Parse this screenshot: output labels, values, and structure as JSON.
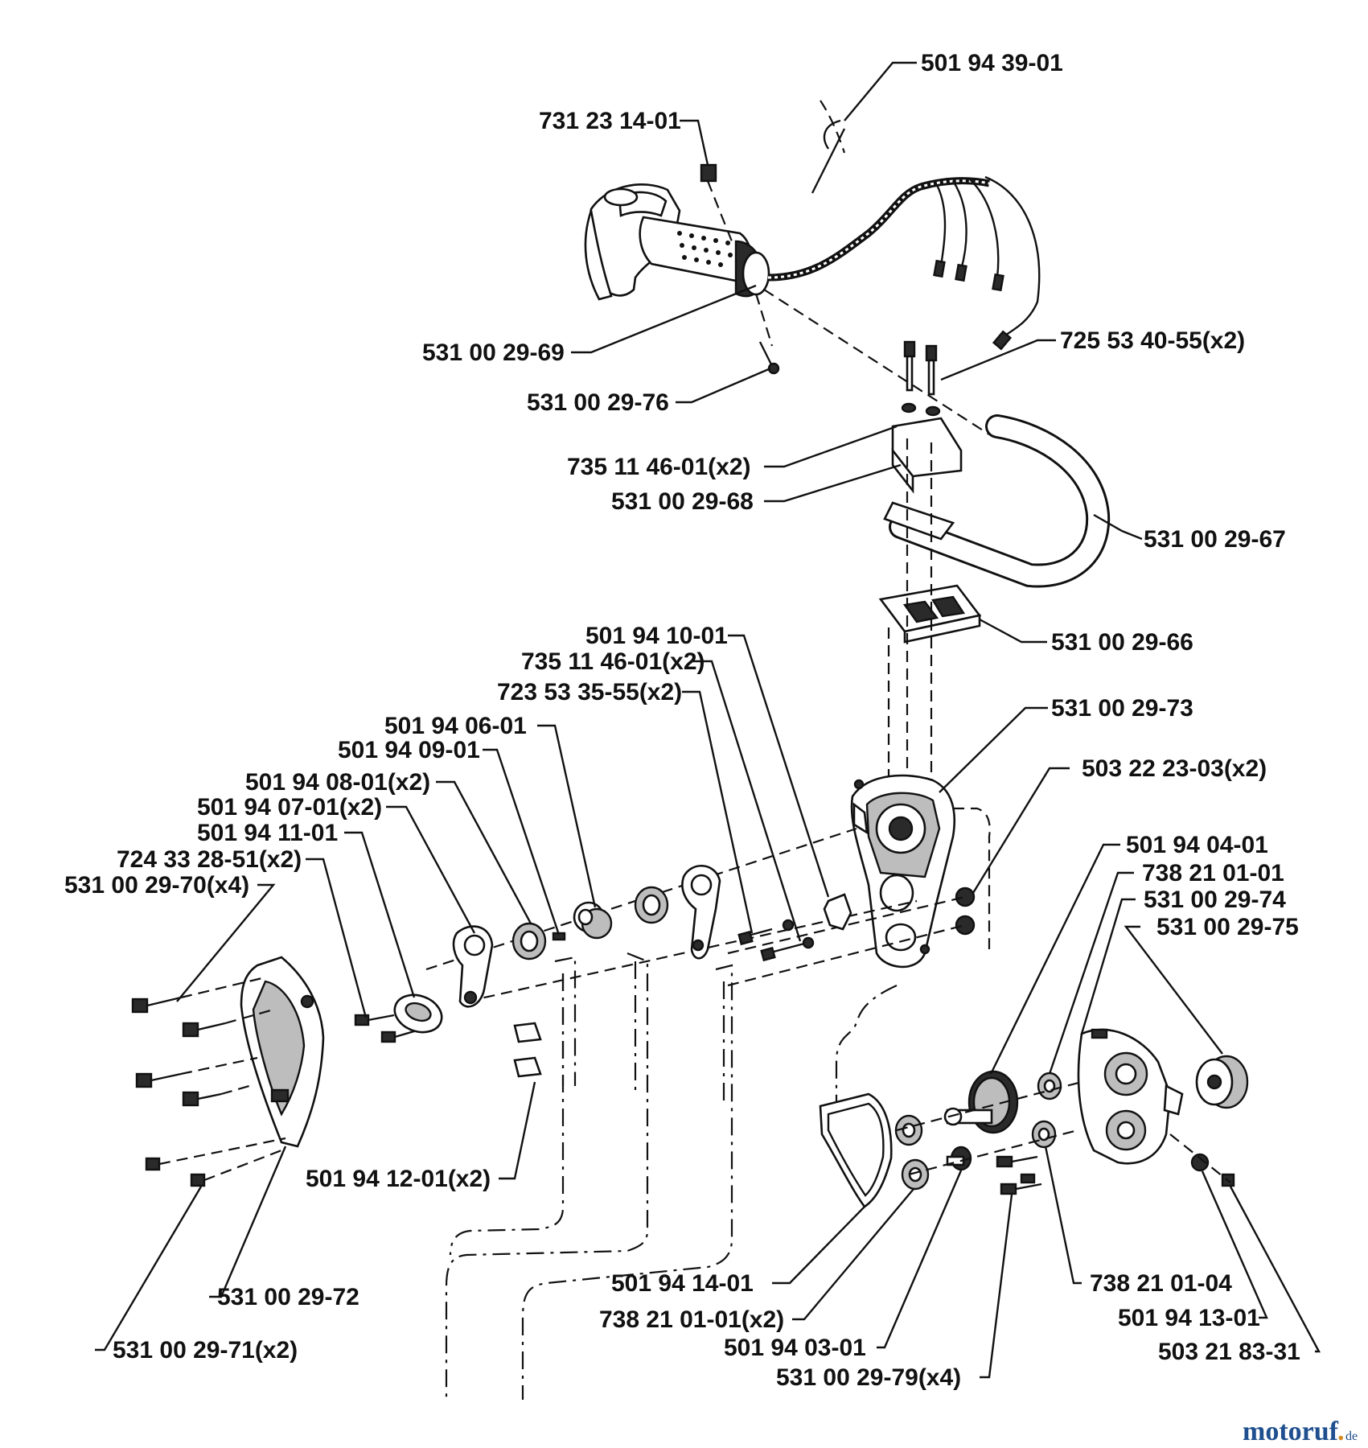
{
  "labels": {
    "p501943901": "501 94 39-01",
    "p731231401": "731 23 14-01",
    "p531002969": "531 00 29-69",
    "p531002976": "531 00 29-76",
    "p725534055": "725 53 40-55(x2)",
    "p735114601a": "735 11 46-01(x2)",
    "p531002968": "531 00 29-68",
    "p531002967": "531 00 29-67",
    "p531002966": "531 00 29-66",
    "p501941001": "501 94 10-01",
    "p735114601b": "735 11 46-01(x2)",
    "p723533555": "723 53 35-55(x2)",
    "p501940601": "501 94 06-01",
    "p501940901": "501 94 09-01",
    "p501940801": "501 94 08-01(x2)",
    "p501940701": "501 94 07-01(x2)",
    "p501941101": "501 94 11-01",
    "p724332851": "724 33 28-51(x2)",
    "p531002970": "531 00 29-70(x4)",
    "p531002973": "531 00 29-73",
    "p503222303": "503 22 23-03(x2)",
    "p501940401": "501 94 04-01",
    "p738210101": "738 21 01-01",
    "p531002974": "531 00 29-74",
    "p531002975": "531 00 29-75",
    "p501941201": "501 94 12-01(x2)",
    "p531002972": "531 00 29-72",
    "p531002971": "531 00 29-71(x2)",
    "p501941401": "501 94 14-01",
    "p738210101x2": "738 21 01-01(x2)",
    "p501940301": "501 94 03-01",
    "p531002979": "531 00 29-79(x4)",
    "p738210104": "738 21 01-04",
    "p501941301": "501 94 13-01",
    "p503218331": "503 21 83-31"
  },
  "watermark": {
    "part1": "motoruf",
    "part2": ".",
    "part3": "de"
  }
}
